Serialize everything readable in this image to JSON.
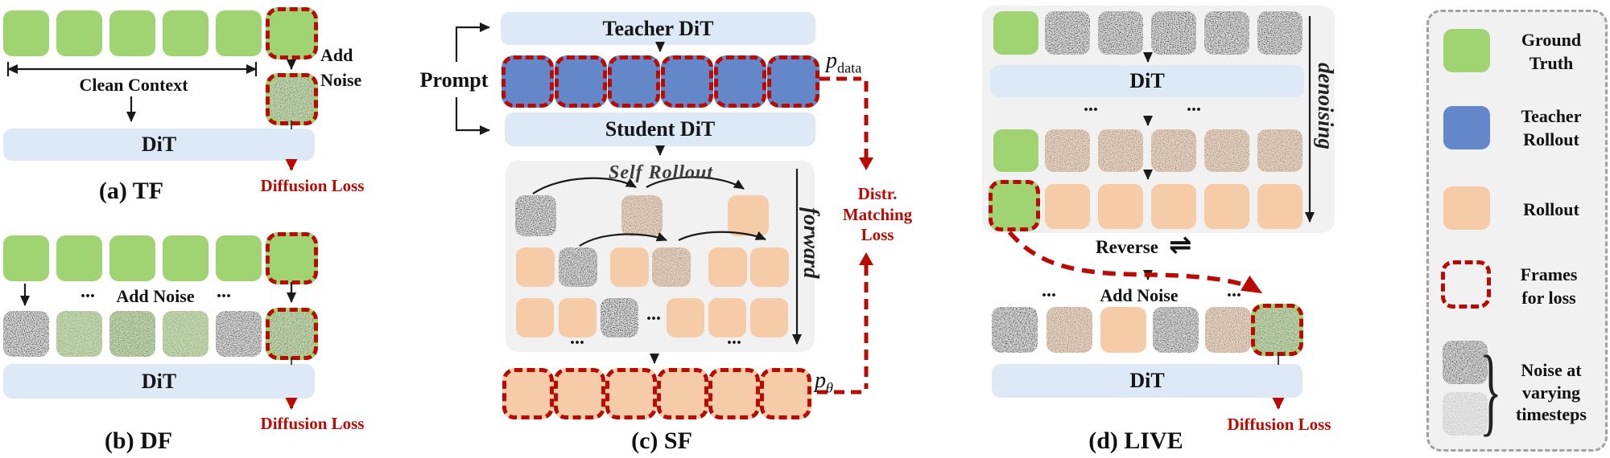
{
  "colors": {
    "green": "#a0d472",
    "green-light": "#bcdf9b",
    "blue": "#6387c9",
    "orange": "#f6cba7",
    "dit-blue": "#dde9f6",
    "red": "#b90a04",
    "panel-gray": "#f1f1f1",
    "legend-border": "#a0a0a0",
    "ink": "#1a1a1a",
    "gray-text": "#3c3c3c"
  },
  "panel_a": {
    "caption": "(a) TF",
    "clean_context": "Clean Context",
    "add_noise": "Add Noise",
    "dit": "DiT",
    "diffusion_loss": "Diffusion Loss"
  },
  "panel_b": {
    "caption": "(b) DF",
    "add_noise": "Add Noise",
    "dots_left": "...",
    "dots_right": "...",
    "dit": "DiT",
    "diffusion_loss": "Diffusion Loss"
  },
  "panel_c": {
    "caption": "(c) SF",
    "prompt": "Prompt",
    "teacher_dit": "Teacher DiT",
    "student_dit": "Student DiT",
    "self_rollout": "Self Rollout",
    "forward": "forward",
    "p_symbol": "p",
    "p_data_sub": "data",
    "p_theta_sub": "θ",
    "distr_matching_loss": "Distr. Matching Loss",
    "dots_mid": "...",
    "dots_bottom_left": "...",
    "dots_bottom_right": "..."
  },
  "panel_d": {
    "caption": "(d) LIVE",
    "dit_top": "DiT",
    "dit_bottom": "DiT",
    "denoising": "denoising",
    "reverse": "Reverse",
    "equilibrium": "⇌",
    "add_noise": "Add Noise",
    "dots_top_left": "...",
    "dots_top_right": "...",
    "dots_left": "...",
    "dots_right": "...",
    "diffusion_loss": "Diffusion Loss"
  },
  "legend": {
    "ground_truth": "Ground Truth",
    "teacher_rollout": "Teacher Rollout",
    "rollout": "Rollout",
    "frames_for_loss": "Frames for loss",
    "noise_varying": "Noise at varying timesteps"
  }
}
